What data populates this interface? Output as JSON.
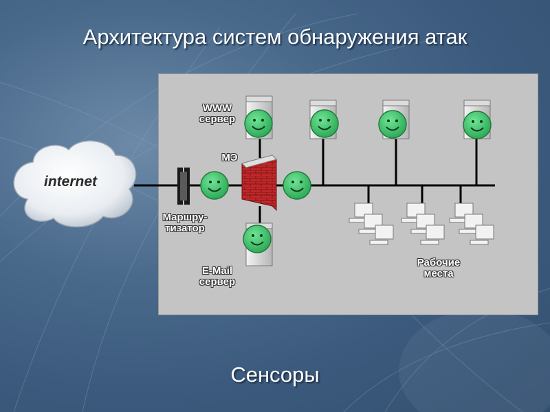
{
  "title": "Архитектура систем обнаружения атак",
  "subtitle": "Сенсоры",
  "diagram": {
    "internet_label": "internet",
    "www_server_label": [
      "WWW",
      "сервер"
    ],
    "firewall_label": "МЭ",
    "router_label": [
      "Маршру-",
      "тизатор"
    ],
    "email_server_label": [
      "E-Mail",
      "сервер"
    ],
    "workstations_label": [
      "Рабочие",
      "места"
    ]
  },
  "colors": {
    "panel": "#c4c4c4",
    "sensor_green": "#3fc96a",
    "firewall_red": "#c0282a",
    "network_line": "#000000"
  }
}
